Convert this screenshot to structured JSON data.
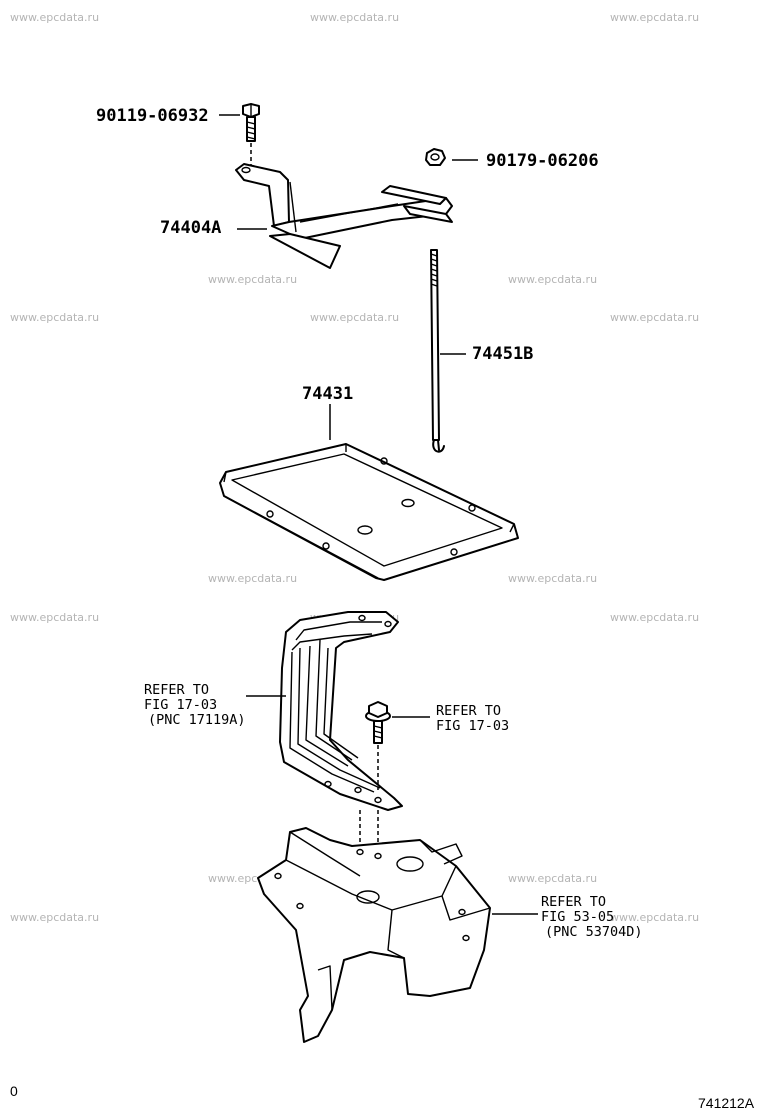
{
  "watermark": "www.epcdata.ru",
  "parts": {
    "bolt_top": "90119-06932",
    "nut": "90179-06206",
    "clamp": "74404A",
    "rod": "74451B",
    "tray": "74431"
  },
  "references": {
    "left_line1": "REFER TO",
    "left_line2": "FIG 17-03",
    "left_line3": "(PNC 17119A)",
    "bolt_line1": "REFER TO",
    "bolt_line2": "FIG 17-03",
    "base_line1": "REFER TO",
    "base_line2": "FIG 53-05",
    "base_line3": "(PNC 53704D)"
  },
  "footer": {
    "left": "0",
    "right": "741212A"
  },
  "icons": [
    "hex-bolt-icon",
    "hex-nut-icon",
    "flange-bolt-icon"
  ]
}
